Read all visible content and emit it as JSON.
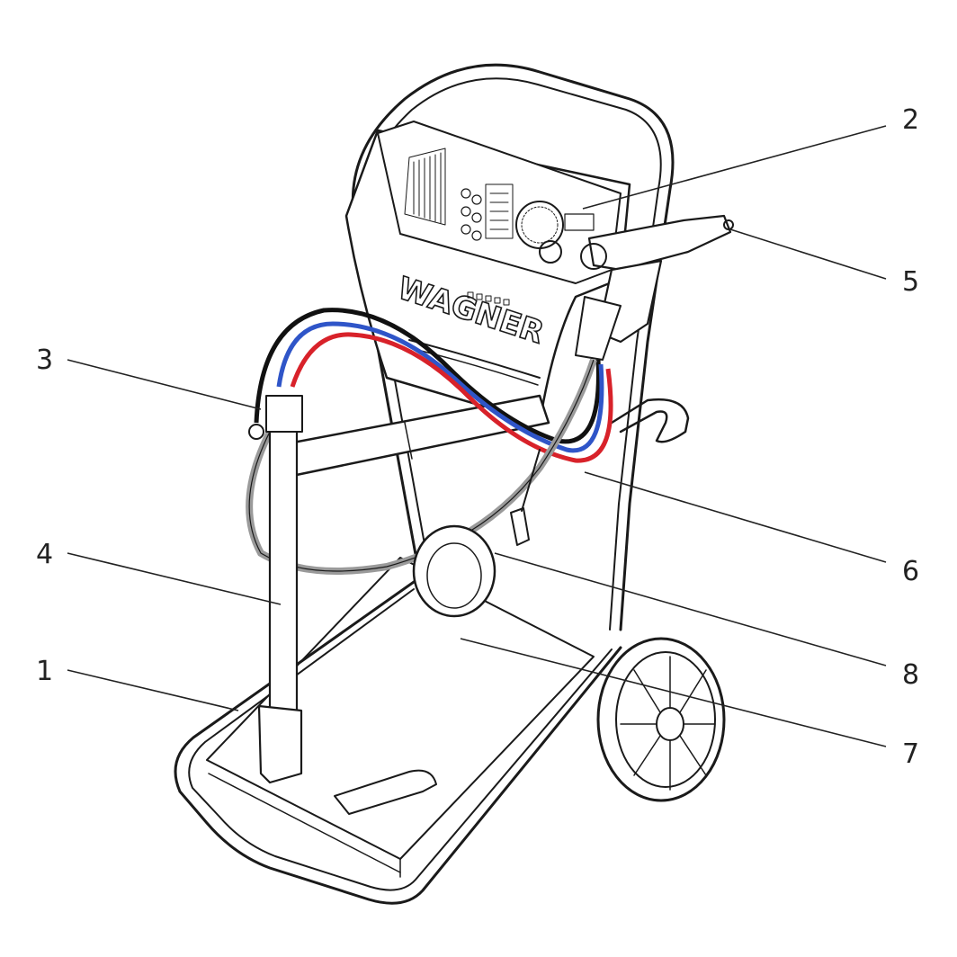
{
  "figure": {
    "brand_logo": "WAGNER",
    "colors": {
      "ink": "#1a1a1a",
      "hose_red": "#d8222a",
      "hose_blue": "#2f55c8",
      "hose_black": "#111111",
      "hose_gray": "#9a9a9a",
      "background": "#ffffff"
    },
    "callouts": [
      {
        "id": "c1",
        "label": "1"
      },
      {
        "id": "c2",
        "label": "2"
      },
      {
        "id": "c3",
        "label": "3"
      },
      {
        "id": "c4",
        "label": "4"
      },
      {
        "id": "c5",
        "label": "5"
      },
      {
        "id": "c6",
        "label": "6"
      },
      {
        "id": "c7",
        "label": "7"
      },
      {
        "id": "c8",
        "label": "8"
      }
    ]
  }
}
